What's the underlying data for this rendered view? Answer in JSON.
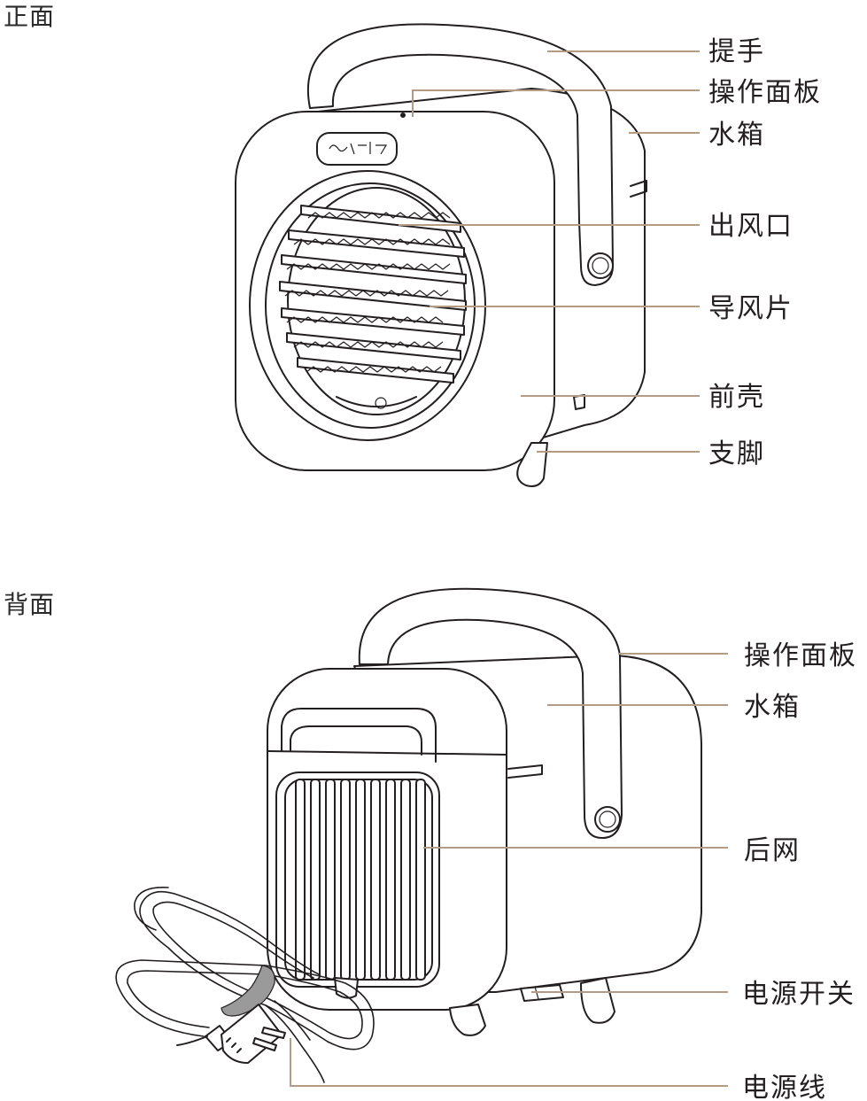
{
  "colors": {
    "leader": "#b39b85",
    "ink": "#231f20",
    "band": "#9a9a9a"
  },
  "front": {
    "title": "正面",
    "labels": {
      "handle": "提手",
      "control_panel": "操作面板",
      "water_tank": "水箱",
      "air_outlet": "出风口",
      "louver": "导风片",
      "front_shell": "前壳",
      "foot": "支脚"
    }
  },
  "back": {
    "title": "背面",
    "labels": {
      "control_panel": "操作面板",
      "water_tank": "水箱",
      "rear_grille": "后网",
      "power_switch": "电源开关",
      "power_cord": "电源线"
    }
  }
}
